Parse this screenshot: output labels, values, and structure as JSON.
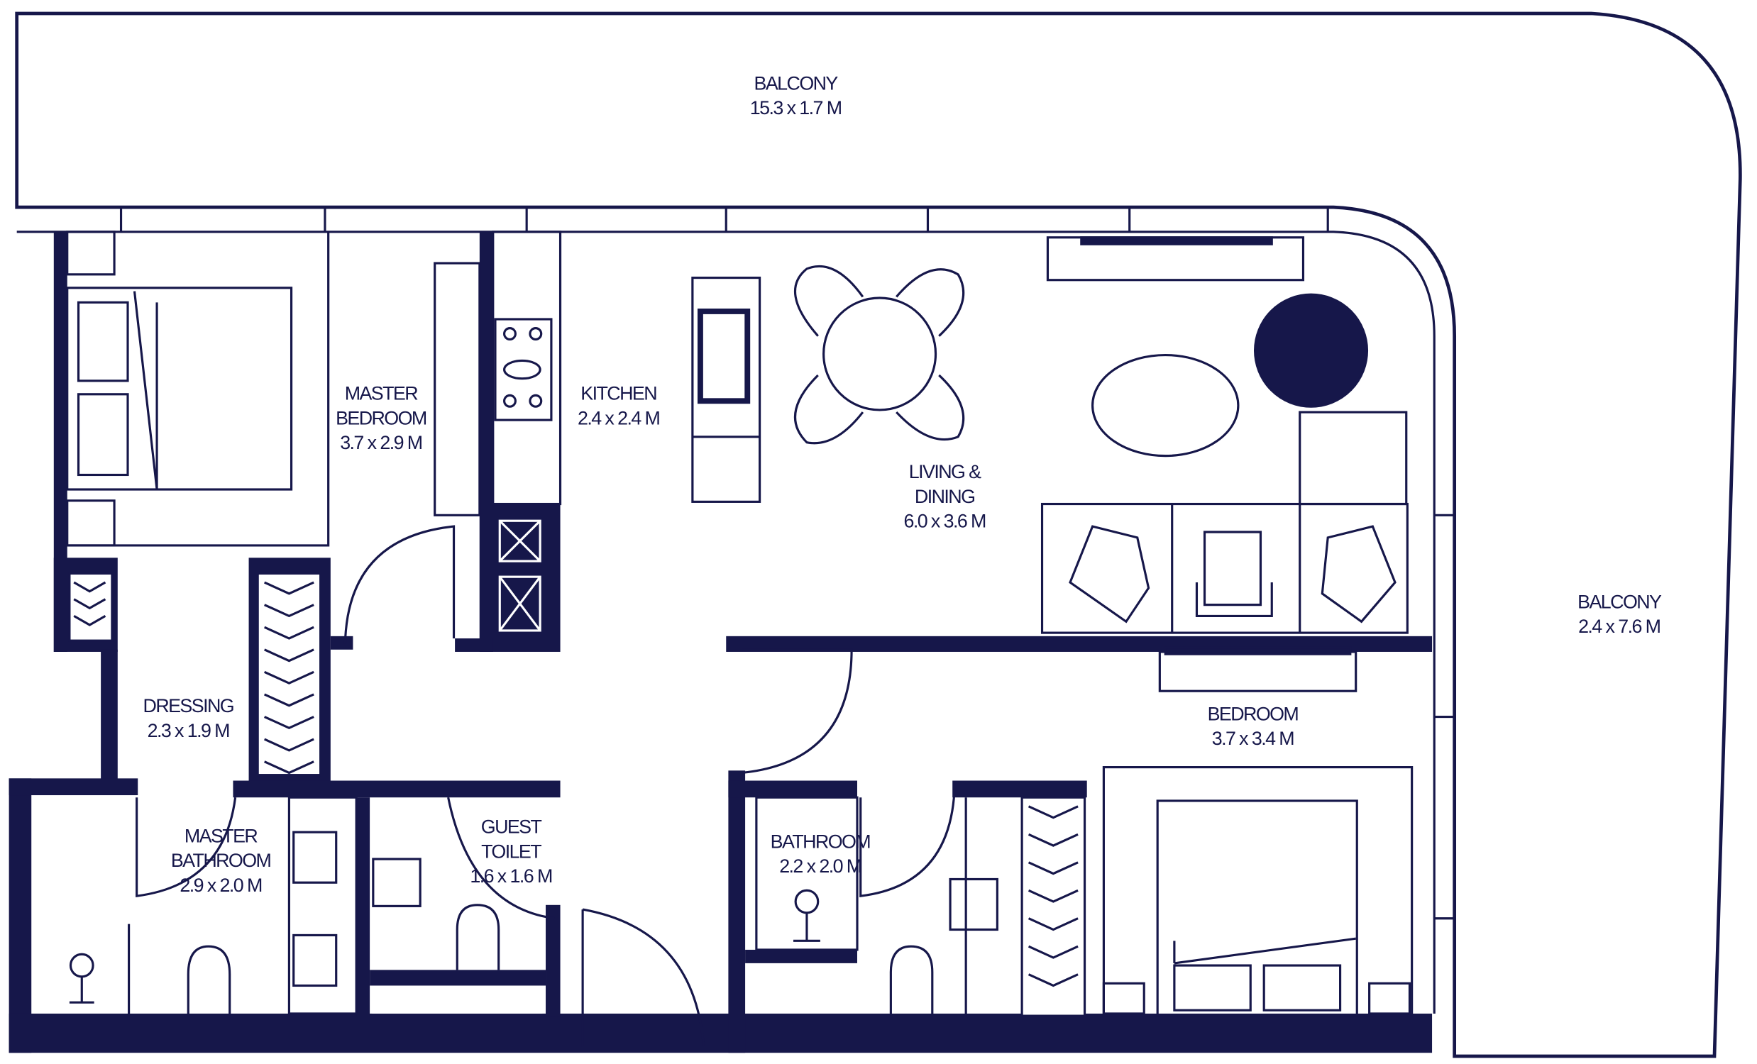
{
  "colors": {
    "wall": "#16174a",
    "background": "#ffffff"
  },
  "rooms": [
    {
      "name": "BALCONY",
      "size": "15.3 x 1.7 M"
    },
    {
      "name": "BALCONY",
      "size": "2.4 x 7.6 M"
    },
    {
      "name": "MASTER",
      "name2": "BEDROOM",
      "size": "3.7 x 2.9 M"
    },
    {
      "name": "KITCHEN",
      "size": "2.4 x 2.4 M"
    },
    {
      "name": "LIVING &",
      "name2": "DINING",
      "size": "6.0 x 3.6 M"
    },
    {
      "name": "DRESSING",
      "size": "2.3 x 1.9 M"
    },
    {
      "name": "BEDROOM",
      "size": "3.7 x 3.4 M"
    },
    {
      "name": "MASTER",
      "name2": "BATHROOM",
      "size": "2.9 x 2.0 M"
    },
    {
      "name": "GUEST",
      "name2": "TOILET",
      "size": "1.6 x 1.6 M"
    },
    {
      "name": "BATHROOM",
      "size": "2.2 x 2.0 M"
    }
  ]
}
